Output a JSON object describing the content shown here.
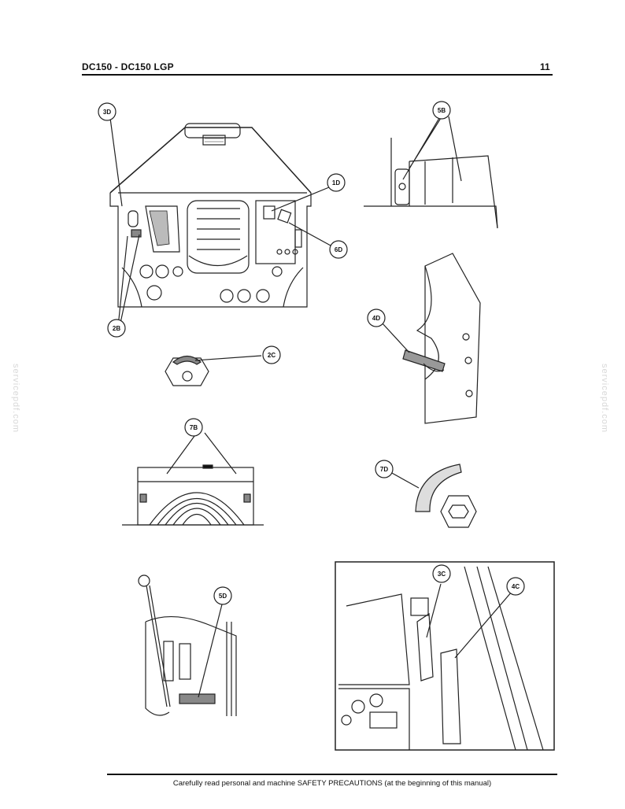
{
  "header": {
    "model": "DC150 - DC150 LGP",
    "page_number": "11"
  },
  "footer": {
    "note": "Carefully read personal and machine SAFETY PRECAUTIONS (at the beginning of this manual)"
  },
  "watermark": "servicepdf.com",
  "callouts": {
    "c3D": "3D",
    "c1D": "1D",
    "c6D": "6D",
    "c2B": "2B",
    "c2C": "2C",
    "c5B": "5B",
    "c4D": "4D",
    "c7B": "7B",
    "c7D": "7D",
    "c5D": "5D",
    "c3C": "3C",
    "c4C": "4C"
  }
}
